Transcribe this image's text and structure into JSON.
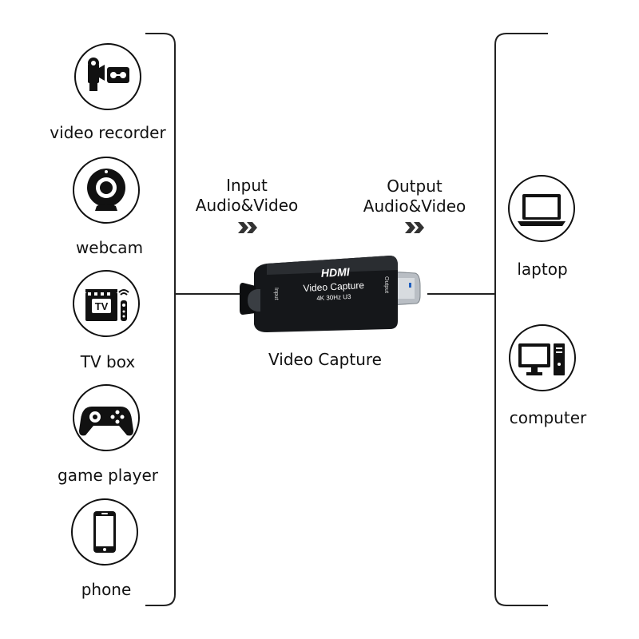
{
  "sources": [
    {
      "label": "video recorder",
      "icon": "video-recorder-icon"
    },
    {
      "label": "webcam",
      "icon": "webcam-icon"
    },
    {
      "label": "TV box",
      "icon": "tv-box-icon",
      "badge": "TV"
    },
    {
      "label": "game player",
      "icon": "gamepad-icon"
    },
    {
      "label": "phone",
      "icon": "phone-icon"
    }
  ],
  "outputs": [
    {
      "label": "laptop",
      "icon": "laptop-icon"
    },
    {
      "label": "computer",
      "icon": "computer-icon"
    }
  ],
  "input_flow": {
    "line1": "Input",
    "line2": "Audio&Video"
  },
  "output_flow": {
    "line1": "Output",
    "line2": "Audio&Video"
  },
  "device": {
    "caption": "Video Capture",
    "brand": "HDMI",
    "name": "Video Capture",
    "spec": "4K 30Hz U3",
    "port_in": "Input",
    "port_out": "Output"
  }
}
